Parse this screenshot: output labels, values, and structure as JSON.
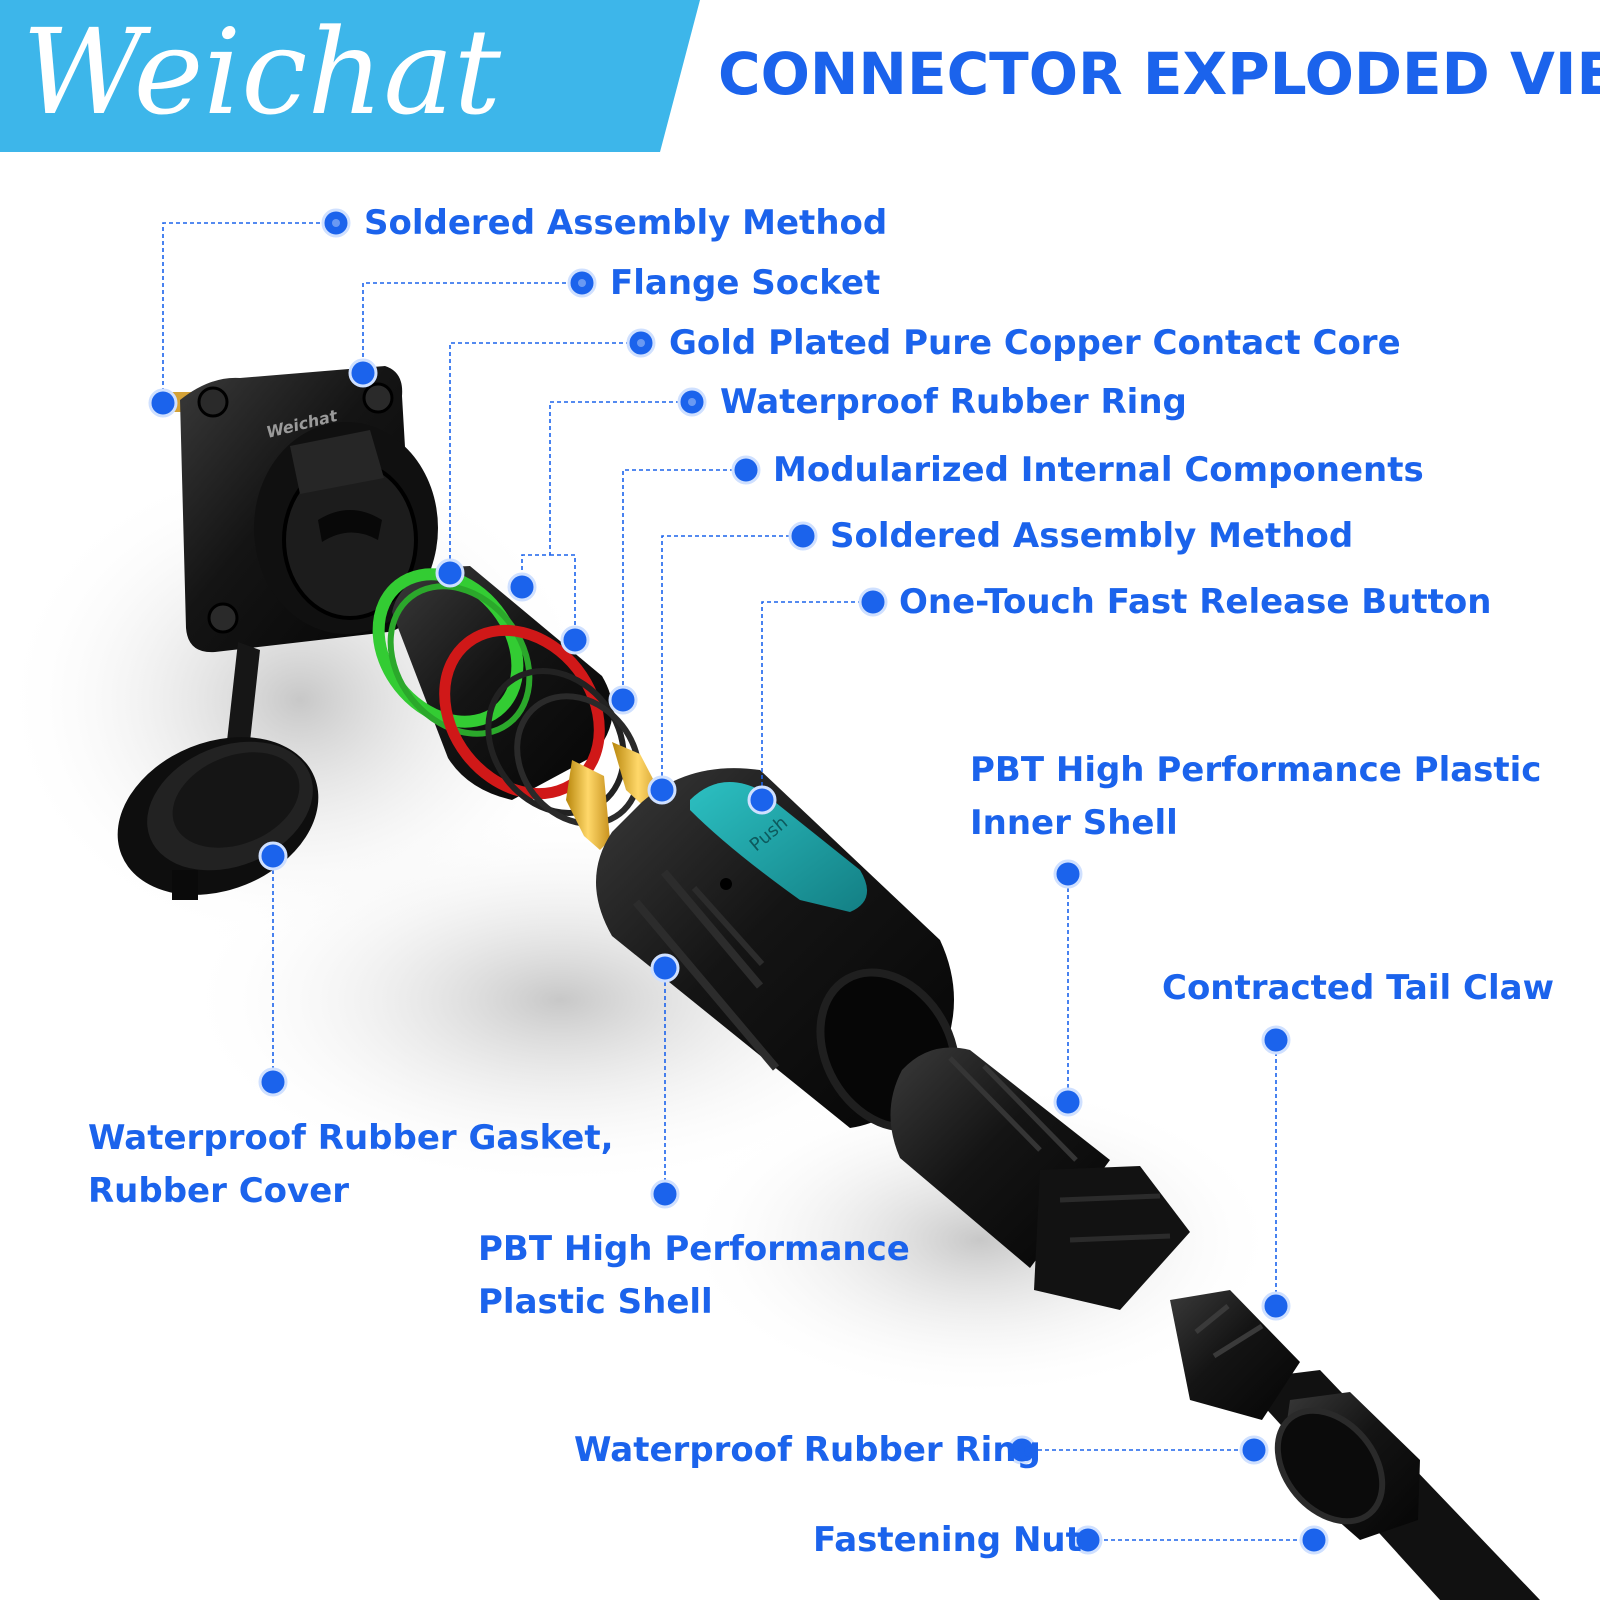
{
  "brand": {
    "logo_text": "Weichat",
    "product_stamp": "Weichat"
  },
  "header": {
    "title": "CONNECTOR EXPLODED VIEW"
  },
  "button_text": "Push",
  "colors": {
    "accent_blue": "#1b63ec",
    "header_bg": "#3db6ea",
    "seal_green": "#33cc33",
    "seal_red": "#d01818",
    "button_teal": "#1aa5a8",
    "contact_gold": "#e6b43b",
    "body_black": "#141414"
  },
  "callouts": [
    {
      "id": "soldered-assembly-method-top",
      "lines": [
        "Soldered Assembly Method"
      ]
    },
    {
      "id": "flange-socket",
      "lines": [
        "Flange Socket"
      ]
    },
    {
      "id": "gold-plated-contact-core",
      "lines": [
        "Gold Plated Pure Copper Contact Core"
      ]
    },
    {
      "id": "waterproof-rubber-ring-upper",
      "lines": [
        "Waterproof Rubber Ring"
      ]
    },
    {
      "id": "modularized-internal-components",
      "lines": [
        "Modularized Internal Components"
      ]
    },
    {
      "id": "soldered-assembly-method-lower",
      "lines": [
        "Soldered Assembly Method"
      ]
    },
    {
      "id": "fast-release-button",
      "lines": [
        "One-Touch Fast Release Button"
      ]
    },
    {
      "id": "pbt-inner-shell",
      "lines": [
        "PBT High Performance Plastic",
        "Inner Shell"
      ]
    },
    {
      "id": "contracted-tail-claw",
      "lines": [
        "Contracted Tail Claw"
      ]
    },
    {
      "id": "rubber-gasket-cover",
      "lines": [
        "Waterproof Rubber Gasket,",
        "Rubber Cover"
      ]
    },
    {
      "id": "pbt-plastic-shell",
      "lines": [
        "PBT High Performance",
        "Plastic Shell"
      ]
    },
    {
      "id": "waterproof-rubber-ring-lower",
      "lines": [
        "Waterproof Rubber Ring"
      ]
    },
    {
      "id": "fastening-nut",
      "lines": [
        "Fastening Nut"
      ]
    }
  ]
}
